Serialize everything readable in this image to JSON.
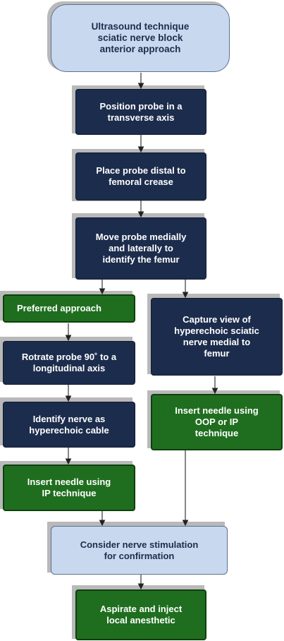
{
  "flowchart": {
    "title": "Ultrasound technique\nsciatic nerve block\nanterior approach",
    "step_position_probe": "Position probe in a\ntransverse axis",
    "step_place_probe": "Place probe distal to\nfemoral crease",
    "step_move_probe": "Move probe medially\nand laterally to\nidentify the femur",
    "preferred_approach": "Preferred approach",
    "step_rotrate_probe": "Rotrate probe 90˚ to a\nlongitudinal axis",
    "step_identify_nerve": "Identify nerve as\nhyperechoic cable",
    "step_insert_ip": "Insert needle using\nIP technique",
    "step_capture_view": "Capture view of\nhyperechoic sciatic\nnerve medial to\nfemur",
    "step_insert_oop_ip": "Insert needle using\nOOP or IP\ntechnique",
    "step_consider_stimulation": "Consider nerve stimulation\nfor confirmation",
    "step_aspirate_inject": "Aspirate and inject\nlocal anesthetic"
  },
  "colors": {
    "navy": "#1c2c4c",
    "green": "#1f6e1f",
    "light_blue": "#c8d9ef",
    "shadow": "#b9b9b9"
  }
}
